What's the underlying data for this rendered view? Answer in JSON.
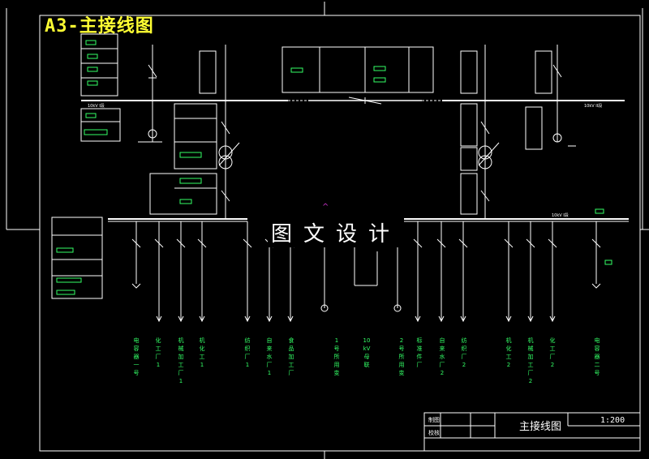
{
  "title": "A3-主接线图",
  "watermark": "图文设计",
  "title_block": {
    "drawing_name": "主接线图",
    "scale": "1:200",
    "row1": "制图",
    "row2": "校核"
  },
  "bus_labels": {
    "left_upper": "10kV I段",
    "right_upper": "10kV II段",
    "right_lower": "10kV I段"
  },
  "feeders": [
    {
      "label": "电容器一号"
    },
    {
      "label": "化工厂1"
    },
    {
      "label": "机械加工厂1"
    },
    {
      "label": "机化工1"
    },
    {
      "label": "纺织厂1"
    },
    {
      "label": "自来水厂1"
    },
    {
      "label": "食品加工厂"
    },
    {
      "label": "1号所用变"
    },
    {
      "label": "10kV母联"
    },
    {
      "label": "2号所用变"
    },
    {
      "label": "标准件厂"
    },
    {
      "label": "自来水厂2"
    },
    {
      "label": "纺织厂2"
    },
    {
      "label": "机化工2"
    },
    {
      "label": "机械加工厂2"
    },
    {
      "label": "化工厂2"
    },
    {
      "label": "电容器二号"
    }
  ],
  "colors": {
    "line": "#ffffff",
    "label": "#33ff66",
    "title": "#ffff33",
    "marker": "#cc33cc"
  }
}
